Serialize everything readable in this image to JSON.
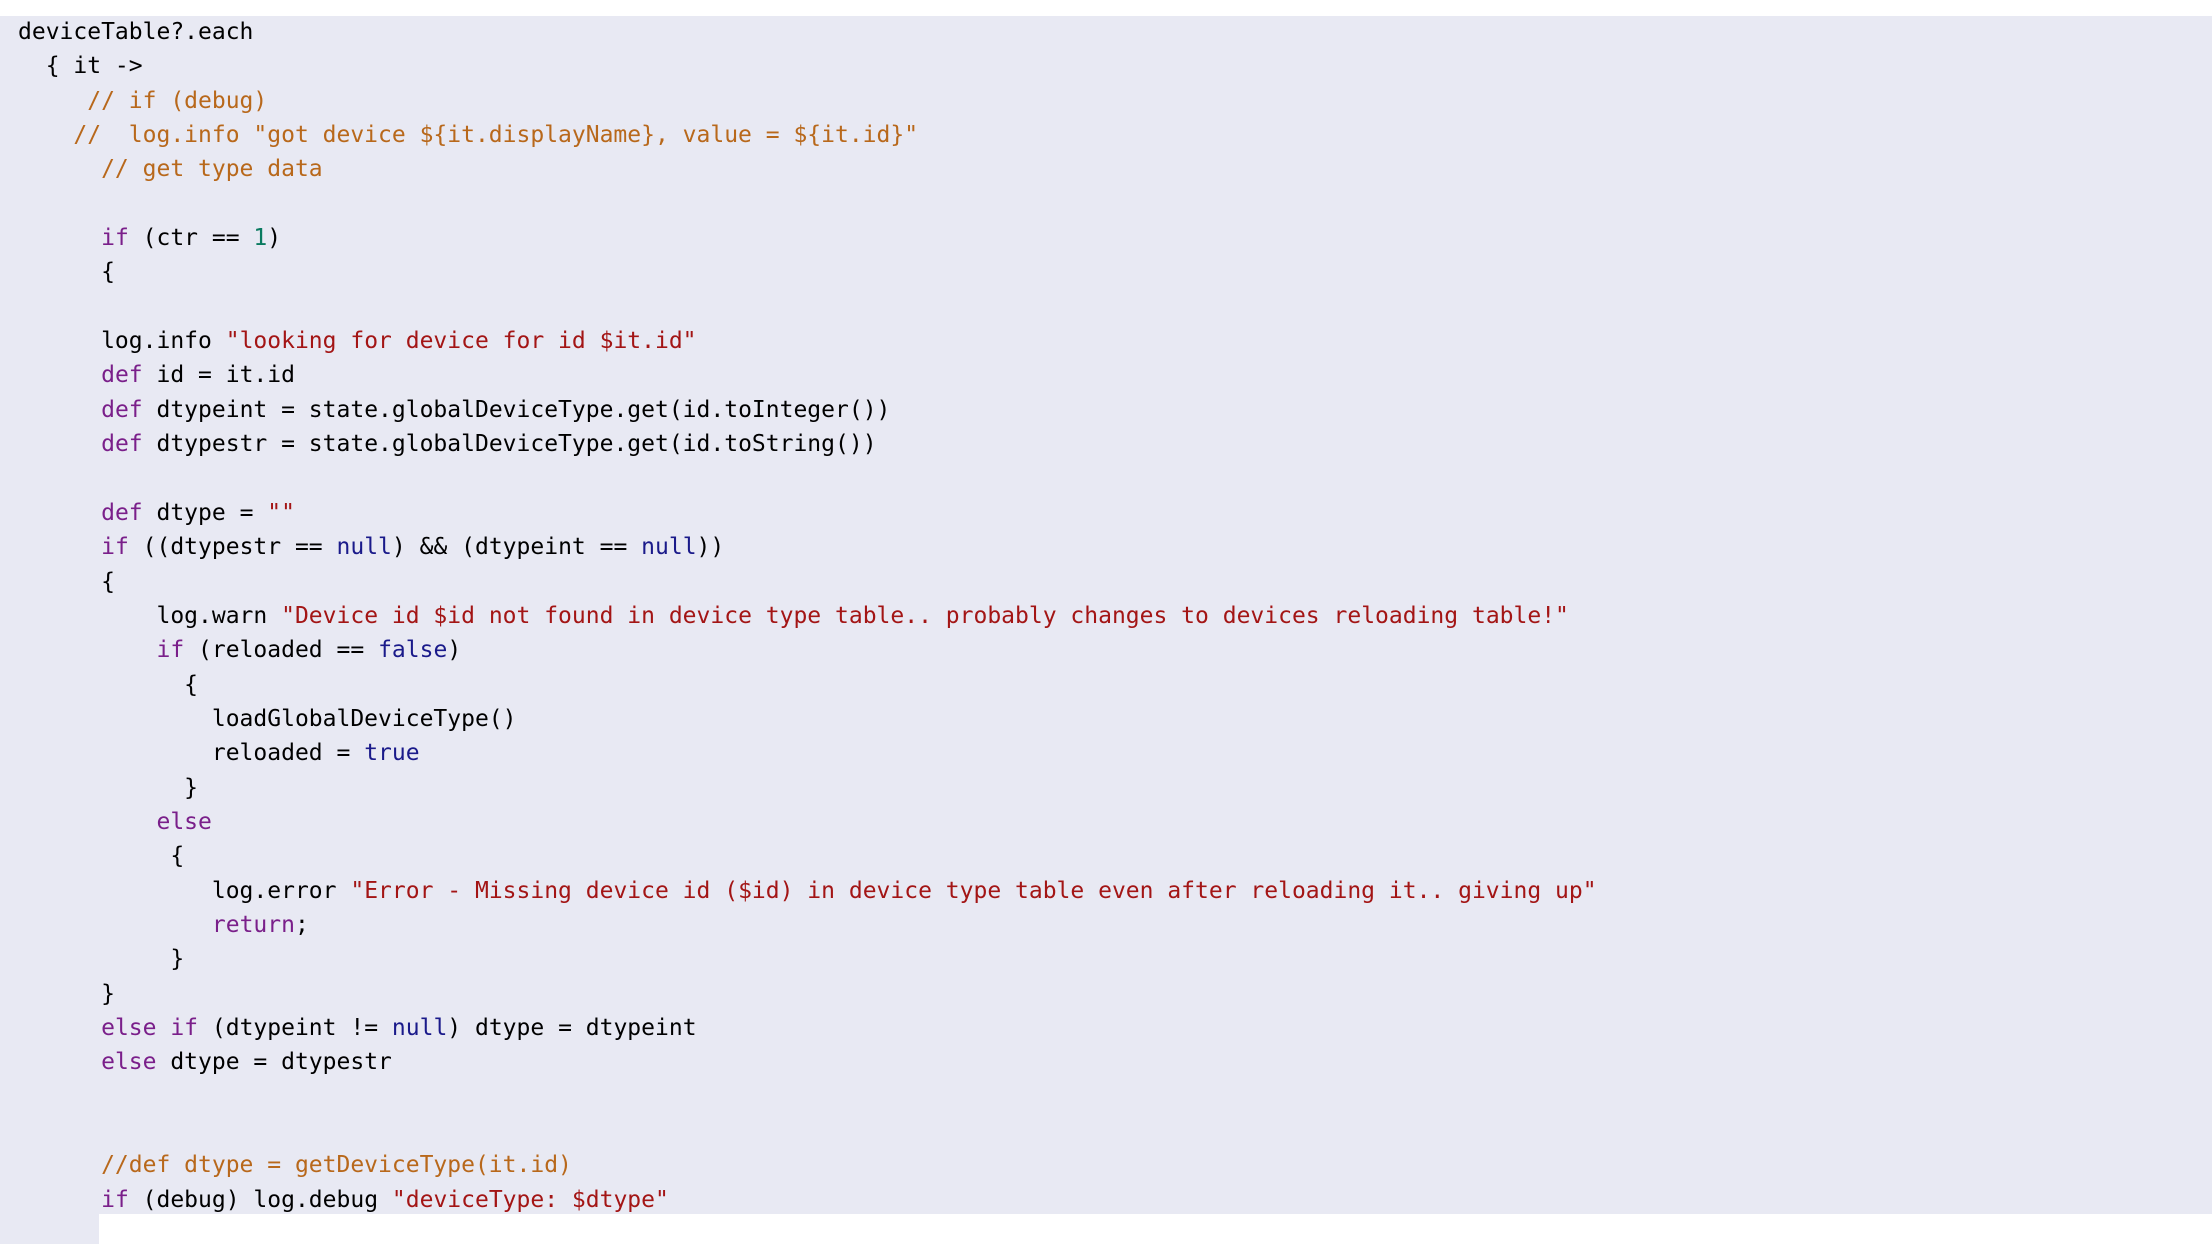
{
  "editor": {
    "lines": [
      [
        [
          "deviceTable?.each",
          "t"
        ]
      ],
      [
        [
          "  { it ->",
          "t"
        ]
      ],
      [
        [
          "     // if (debug)",
          "c"
        ]
      ],
      [
        [
          "    //  log.info \"got device ${it.displayName}, value = ${it.id}\"",
          "c"
        ]
      ],
      [
        [
          "      // get type data",
          "c"
        ]
      ],
      [
        [
          "",
          "t"
        ]
      ],
      [
        [
          "      ",
          "t"
        ],
        [
          "if",
          "k"
        ],
        [
          " (ctr == ",
          "t"
        ],
        [
          "1",
          "num"
        ],
        [
          ")",
          "t"
        ]
      ],
      [
        [
          "      {",
          "t"
        ]
      ],
      [
        [
          "",
          "t"
        ]
      ],
      [
        [
          "      log.info ",
          "t"
        ],
        [
          "\"looking for device for id $it.id\"",
          "s"
        ]
      ],
      [
        [
          "      ",
          "t"
        ],
        [
          "def",
          "k"
        ],
        [
          " id = it.id",
          "t"
        ]
      ],
      [
        [
          "      ",
          "t"
        ],
        [
          "def",
          "k"
        ],
        [
          " dtypeint = state.globalDeviceType.get(id.toInteger())",
          "t"
        ]
      ],
      [
        [
          "      ",
          "t"
        ],
        [
          "def",
          "k"
        ],
        [
          " dtypestr = state.globalDeviceType.get(id.toString())",
          "t"
        ]
      ],
      [
        [
          "",
          "t"
        ]
      ],
      [
        [
          "      ",
          "t"
        ],
        [
          "def",
          "k"
        ],
        [
          " dtype = ",
          "t"
        ],
        [
          "\"\"",
          "s"
        ]
      ],
      [
        [
          "      ",
          "t"
        ],
        [
          "if",
          "k"
        ],
        [
          " ((dtypestr == ",
          "t"
        ],
        [
          "null",
          "n"
        ],
        [
          ") && (dtypeint == ",
          "t"
        ],
        [
          "null",
          "n"
        ],
        [
          "))",
          "t"
        ]
      ],
      [
        [
          "      {",
          "t"
        ]
      ],
      [
        [
          "          log.warn ",
          "t"
        ],
        [
          "\"Device id $id not found in device type table.. probably changes to devices reloading table!\"",
          "s"
        ]
      ],
      [
        [
          "          ",
          "t"
        ],
        [
          "if",
          "k"
        ],
        [
          " (reloaded == ",
          "t"
        ],
        [
          "false",
          "n"
        ],
        [
          ")",
          "t"
        ]
      ],
      [
        [
          "            {",
          "t"
        ]
      ],
      [
        [
          "              loadGlobalDeviceType()",
          "t"
        ]
      ],
      [
        [
          "              reloaded = ",
          "t"
        ],
        [
          "true",
          "n"
        ]
      ],
      [
        [
          "            }",
          "t"
        ]
      ],
      [
        [
          "          ",
          "t"
        ],
        [
          "else",
          "k"
        ]
      ],
      [
        [
          "           {",
          "t"
        ]
      ],
      [
        [
          "              log.error ",
          "t"
        ],
        [
          "\"Error - Missing device id ($id) in device type table even after reloading it.. giving up\"",
          "s"
        ]
      ],
      [
        [
          "              ",
          "t"
        ],
        [
          "return",
          "k"
        ],
        [
          ";",
          "t"
        ]
      ],
      [
        [
          "           }",
          "t"
        ]
      ],
      [
        [
          "      }",
          "t"
        ]
      ],
      [
        [
          "      ",
          "t"
        ],
        [
          "else if",
          "k"
        ],
        [
          " (dtypeint != ",
          "t"
        ],
        [
          "null",
          "n"
        ],
        [
          ") dtype = dtypeint",
          "t"
        ]
      ],
      [
        [
          "      ",
          "t"
        ],
        [
          "else",
          "k"
        ],
        [
          " dtype = dtypestr",
          "t"
        ]
      ],
      [
        [
          "",
          "t"
        ]
      ],
      [
        [
          "",
          "t"
        ]
      ],
      [
        [
          "      //def dtype = getDeviceType(it.id)",
          "c"
        ]
      ],
      [
        [
          "      ",
          "t"
        ],
        [
          "if",
          "k"
        ],
        [
          " (debug) log.debug ",
          "t"
        ],
        [
          "\"deviceType: $dtype\"",
          "s"
        ]
      ]
    ]
  }
}
